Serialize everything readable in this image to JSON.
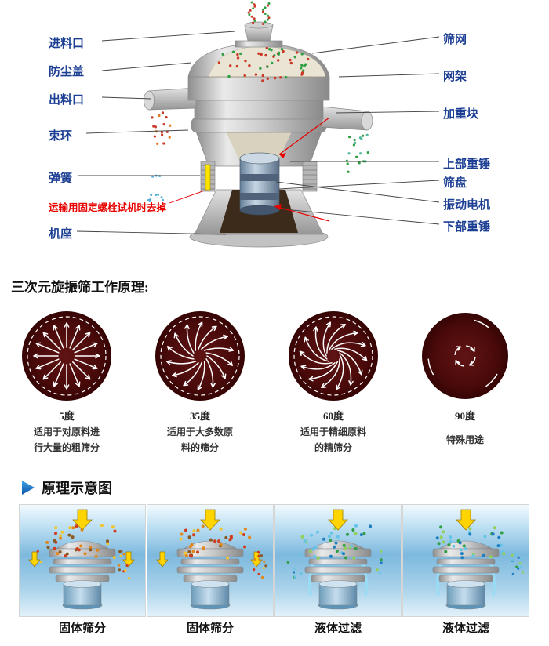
{
  "colors": {
    "label_blue": "#1c3f94",
    "warning_red": "#e80000",
    "circle_maroon": "#4a0a0a",
    "panel_border": "#d5d5d5"
  },
  "machine_diagram": {
    "left_labels": [
      {
        "label": "进料口"
      },
      {
        "label": "防尘盖"
      },
      {
        "label": "出料口"
      },
      {
        "label": "束环"
      },
      {
        "label": "弹簧"
      },
      {
        "label": "机座"
      }
    ],
    "warning_note": "运输用固定螺栓试机时去掉",
    "right_labels": [
      {
        "label": "筛网"
      },
      {
        "label": "网架"
      },
      {
        "label": "加重块"
      },
      {
        "label": "上部重锤"
      },
      {
        "label": "筛盘"
      },
      {
        "label": "振动电机"
      },
      {
        "label": "下部重锤"
      }
    ]
  },
  "principle": {
    "title": "三次元旋振筛工作原理:",
    "items": [
      {
        "degree": "5度",
        "desc_line1": "适用于对原料进",
        "desc_line2": "行大量的粗筛分",
        "pattern": "radial-straight"
      },
      {
        "degree": "35度",
        "desc_line1": "适用于大多数原",
        "desc_line2": "料的筛分",
        "pattern": "radial-curved-35"
      },
      {
        "degree": "60度",
        "desc_line1": "适用于精细原料",
        "desc_line2": "的精筛分",
        "pattern": "radial-curved-60"
      },
      {
        "degree": "90度",
        "desc_line1": "特殊用途",
        "desc_line2": "",
        "pattern": "center-rotation"
      }
    ]
  },
  "schematic": {
    "title": "原理示意图",
    "items": [
      {
        "label": "固体筛分",
        "variant": "solid-a"
      },
      {
        "label": "固体筛分",
        "variant": "solid-b"
      },
      {
        "label": "液体过滤",
        "variant": "liquid-a"
      },
      {
        "label": "液体过滤",
        "variant": "liquid-b"
      }
    ]
  }
}
